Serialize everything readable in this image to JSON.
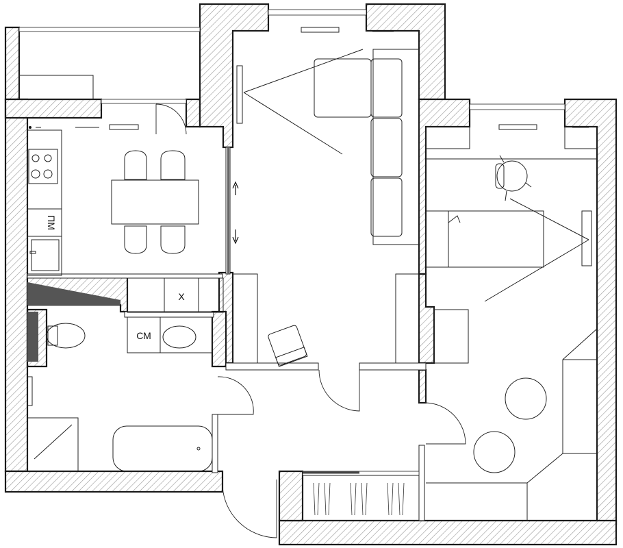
{
  "labels": {
    "washing_machine": "СМ",
    "fridge": "Х",
    "dishwasher": "ПМ"
  },
  "colors": {
    "wall_hatch": "#9a9a9a",
    "line": "#222222",
    "background": "#ffffff"
  }
}
